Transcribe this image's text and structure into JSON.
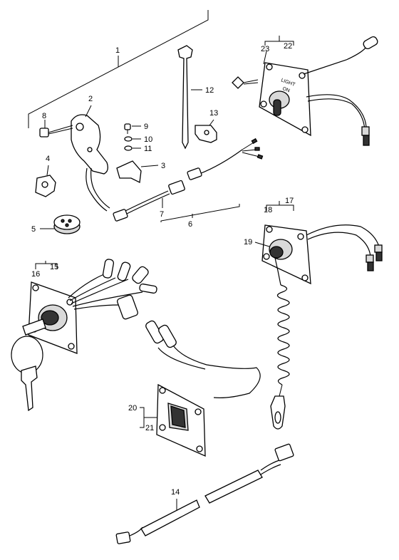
{
  "callouts": {
    "c1": "1",
    "c2": "2",
    "c3": "3",
    "c4": "4",
    "c5": "5",
    "c6": "6",
    "c7": "7",
    "c8": "8",
    "c9": "9",
    "c10": "10",
    "c11": "11",
    "c12": "12",
    "c13": "13",
    "c14": "14",
    "c15": "15",
    "c16": "16",
    "c17": "17",
    "c18": "18",
    "c19": "19",
    "c20": "20",
    "c21": "21",
    "c22": "22",
    "c23": "23"
  },
  "switch_plate_text": {
    "light": "LIGHT",
    "on": "ON"
  }
}
